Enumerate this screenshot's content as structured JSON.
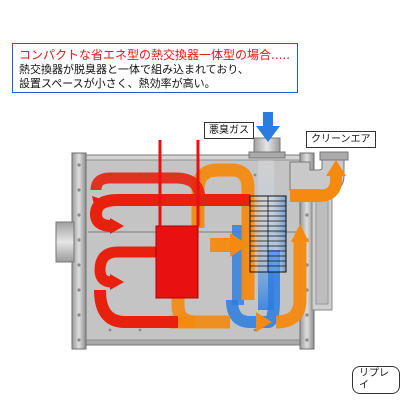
{
  "caption": {
    "title": "コンパクトな省エネ型の熱交換器一体型の場合.....",
    "line1": "熱交換器が脱臭器と一体で組み込まれており、",
    "line2": "設置スペースが小さく、熱効率が高い。"
  },
  "labels": {
    "odor_gas": "悪臭ガス",
    "clean_air": "クリーンエア"
  },
  "replay_button": "リプレイ",
  "colors": {
    "caption_border": "#1f5fd6",
    "caption_title": "#ee1111",
    "hot_flow": "#e8200e",
    "warm_flow": "#f58a10",
    "cool_flow": "#2a7de0",
    "heater": "#e81010",
    "casing": "#b9b9b9"
  }
}
